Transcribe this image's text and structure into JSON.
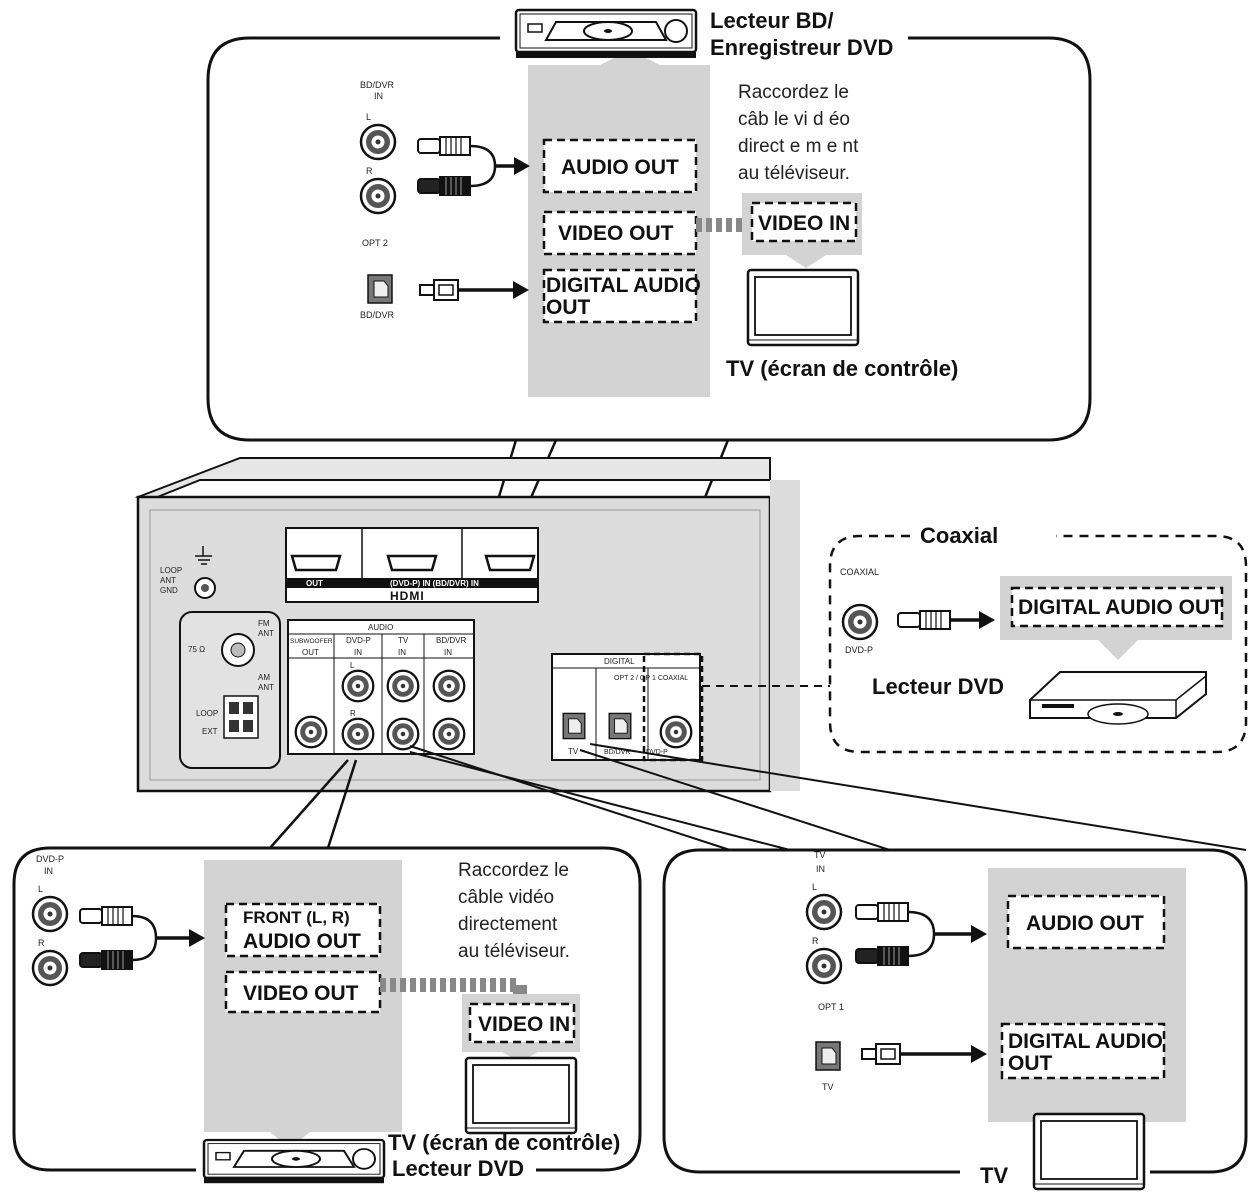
{
  "top_panel": {
    "device_label_line1": "Lecteur BD/",
    "device_label_line2": "Enregistreur DVD",
    "jack_label_in_line1": "BD/DVR",
    "jack_label_in_line2": "IN",
    "jack_label_l": "L",
    "jack_label_r": "R",
    "jack_label_opt": "OPT 2",
    "jack_label_opt_sub": "BD/DVR",
    "box_audio_out": "AUDIO OUT",
    "box_video_out": "VIDEO OUT",
    "box_digital_line1": "DIGITAL AUDIO",
    "box_digital_line2": "OUT",
    "box_video_in": "VIDEO IN",
    "note_line1": "Raccordez  le",
    "note_line2": "câb le  vi d éo",
    "note_line3": "direct e m e nt",
    "note_line4": "au téléviseur.",
    "tv_label": "TV (écran de contrôle)"
  },
  "coaxial_panel": {
    "title": "Coaxial",
    "jack_label": "COAXIAL",
    "jack_sub": "DVD-P",
    "box_digital": "DIGITAL AUDIO OUT",
    "device_label": "Lecteur DVD"
  },
  "receiver": {
    "gnd_line1": "LOOP",
    "gnd_line2": "ANT",
    "gnd_line3": "GND",
    "ohm_label": "75 Ω",
    "fm_line1": "FM",
    "fm_line2": "ANT",
    "am_line1": "AM",
    "am_line2": "ANT",
    "loop_label": "LOOP",
    "ext_label": "EXT",
    "hdmi_out": "OUT",
    "hdmi_in": "(DVD-P) IN (BD/DVR) IN",
    "hdmi_logo": "HDMI",
    "audio_title": "AUDIO",
    "sub_line1": "SUBWOOFER",
    "sub_line2": "OUT",
    "dvdp_line1": "DVD-P",
    "dvdp_line2": "IN",
    "tv_line1": "TV",
    "tv_line2": "IN",
    "bddvr_line1": "BD/DVR",
    "bddvr_line2": "IN",
    "l": "L",
    "r": "R",
    "digital_title": "DIGITAL",
    "opt_label": "OPT 2 / OP",
    "coaxial_label": "1 COAXIAL",
    "opt_tv": "TV",
    "opt_bd": "BD/DVR",
    "coax_dvdp": "DVD-P"
  },
  "bottom_left_panel": {
    "jack_label_line1": "DVD-P",
    "jack_label_line2": "IN",
    "jack_label_l": "L",
    "jack_label_r": "R",
    "box_front_line1": "FRONT (L, R)",
    "box_front_line2": "AUDIO OUT",
    "box_video_out": "VIDEO OUT",
    "box_video_in": "VIDEO IN",
    "note_line1": "Raccordez le",
    "note_line2": "câble  vidéo",
    "note_line3": "directement",
    "note_line4": "au téléviseur.",
    "tv_label": "TV (écran de contrôle)",
    "device_label": "Lecteur DVD"
  },
  "bottom_right_panel": {
    "jack_label_line1": "TV",
    "jack_label_line2": "IN",
    "jack_label_l": "L",
    "jack_label_r": "R",
    "jack_label_opt": "OPT 1",
    "jack_label_opt_sub": "TV",
    "box_audio_out": "AUDIO OUT",
    "box_digital_line1": "DIGITAL AUDIO",
    "box_digital_line2": "OUT",
    "tv_label": "TV"
  },
  "colors": {
    "panel_gray": "#d3d3d3",
    "receiver_body": "#dcdcdc",
    "line": "#111111",
    "cable_dotted": "#888888"
  }
}
